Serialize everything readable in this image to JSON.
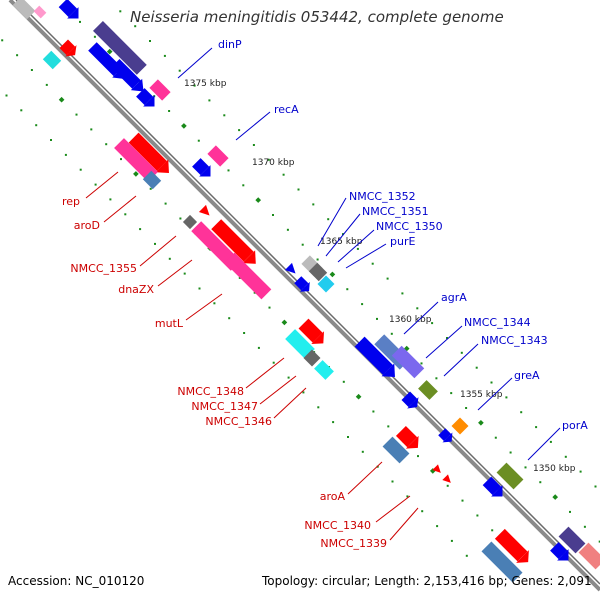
{
  "title": "Neisseria meningitidis 053442, complete genome",
  "accession": "Accession: NC_010120",
  "summary": "Topology: circular; Length: 2,153,416 bp; Genes: 2,091",
  "colors": {
    "backbone": "#8a8a8a",
    "tick": "#1a8a1a",
    "forward_label": "#0000cc",
    "reverse_label": "#cc0000",
    "gene_blue": "#0000ee",
    "gene_red": "#ff0000",
    "gene_pink": "#ff3399",
    "gene_cyan": "#22eeee",
    "gene_navy": "#4a3d8f",
    "gene_steel": "#4a7fb5",
    "gene_gray": "#888888",
    "gene_olive": "#6b8e23",
    "gene_orange": "#ff8c00",
    "gene_violet": "#7b68ee"
  },
  "scale_labels": [
    "1375 kbp",
    "1370 kbp",
    "1365 kbp",
    "1360 kbp",
    "1355 kbp",
    "1350 kbp"
  ],
  "forward_labels": [
    "dinP",
    "recA",
    "NMCC_1352",
    "NMCC_1351",
    "NMCC_1350",
    "purE",
    "agrA",
    "NMCC_1344",
    "NMCC_1343",
    "greA",
    "porA"
  ],
  "reverse_labels": [
    "rep",
    "aroD",
    "NMCC_1355",
    "dnaZX",
    "mutL",
    "NMCC_1348",
    "NMCC_1347",
    "NMCC_1346",
    "aroA",
    "NMCC_1340",
    "NMCC_1339"
  ]
}
